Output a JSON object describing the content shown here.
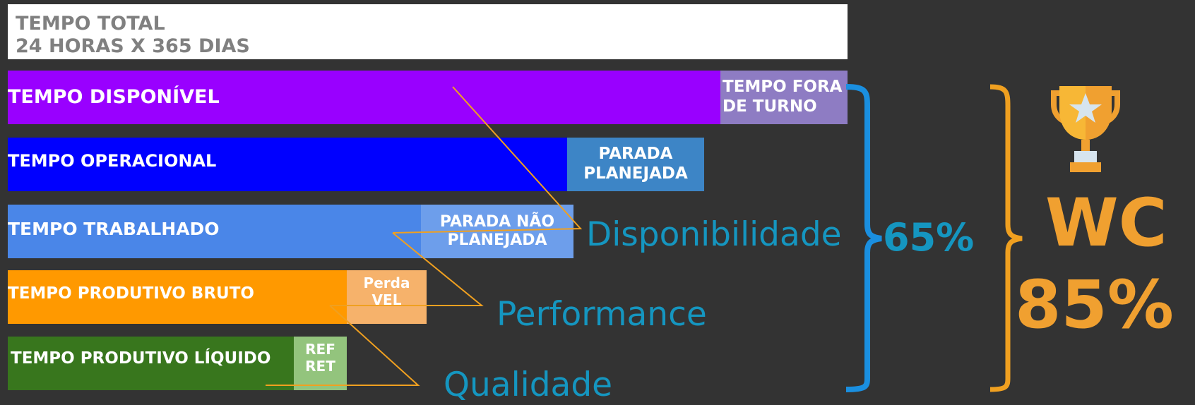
{
  "total": {
    "line1": "TEMPO TOTAL",
    "line2": "24 HORAS X 365 DIAS"
  },
  "bars": [
    {
      "label": "TEMPO DISPONÍVEL",
      "loss": "TEMPO FORA DE TURNO",
      "color": "#9900ff",
      "loss_color": "#8e7cc3"
    },
    {
      "label": "TEMPO OPERACIONAL",
      "loss": "PARADA PLANEJADA",
      "color": "#0000ff",
      "loss_color": "#3d85c6"
    },
    {
      "label": "TEMPO TRABALHADO",
      "loss": "PARADA NÃO PLANEJADA",
      "color": "#4a86e8",
      "loss_color": "#6d9eeb"
    },
    {
      "label": "TEMPO PRODUTIVO BRUTO",
      "loss": "Perda VEL",
      "color": "#ff9900",
      "loss_color": "#f6b26b"
    },
    {
      "label": "TEMPO PRODUTIVO LÍQUIDO",
      "loss": "REF RET",
      "color": "#38761d",
      "loss_color": "#93c47d"
    }
  ],
  "metrics": {
    "disponibilidade": "Disponibilidade",
    "performance": "Performance",
    "qualidade": "Qualidade"
  },
  "oee": "65%",
  "wc": {
    "title": "WC",
    "value": "85%"
  },
  "colors": {
    "metric": "#1596c0",
    "blue_brace": "#1a8fe0",
    "orange": "#f0a030",
    "trophy": "#f0a030"
  },
  "icons": {
    "trophy": "trophy-icon"
  }
}
